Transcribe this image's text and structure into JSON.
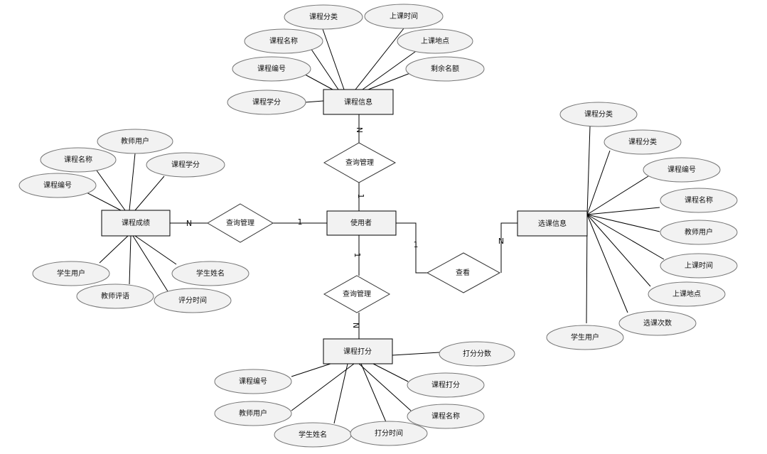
{
  "entities": {
    "course_info": "课程信息",
    "user": "使用者",
    "enroll_info": "选课信息",
    "course_grade": "课程成绩",
    "course_rating": "课程打分"
  },
  "relations": {
    "top": "查询管理",
    "left": "查询管理",
    "bottom": "查询管理",
    "right": "查看"
  },
  "cardinalities": {
    "top_n": "N",
    "top_1": "1",
    "left_n": "N",
    "left_1": "1",
    "bottom_1": "1",
    "bottom_n": "N",
    "right_1": "1",
    "right_n": "N"
  },
  "attributes": {
    "course_info": [
      "课程分类",
      "上课时间",
      "课程名称",
      "上课地点",
      "课程编号",
      "剩余名额",
      "课程学分"
    ],
    "course_grade": [
      "教师用户",
      "课程名称",
      "课程学分",
      "课程编号",
      "学生用户",
      "学生姓名",
      "教师评语",
      "评分时间"
    ],
    "enroll_info": [
      "课程分类",
      "课程分类",
      "课程编号",
      "课程名称",
      "教师用户",
      "上课时间",
      "上课地点",
      "选课次数",
      "学生用户"
    ],
    "course_rating": [
      "打分分数",
      "课程编号",
      "课程打分",
      "教师用户",
      "课程名称",
      "学生姓名",
      "打分时间"
    ]
  }
}
